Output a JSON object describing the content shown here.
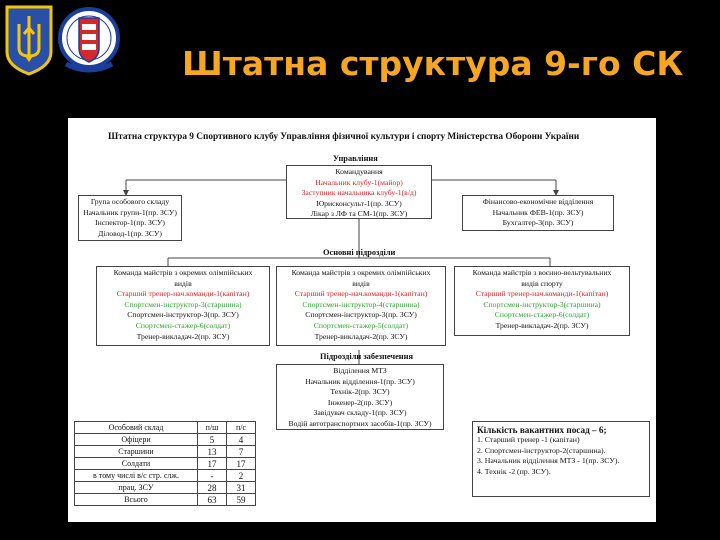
{
  "slide": {
    "title": "Штатна структура 9-го СК"
  },
  "doc": {
    "title": "Штатна структура 9 Спортивного клубу Управління фізичної культури і спорту Міністерства Оборони України",
    "sections": {
      "management": "Управління",
      "main_units": "Основні підрозділи",
      "support_units": "Підрозділи забезпечення"
    },
    "management_box": {
      "lines": [
        {
          "text": "Командування",
          "color": "black"
        },
        {
          "text": "Начальник клубу-1(майор)",
          "color": "red"
        },
        {
          "text": "Заступник начальника клубу-1(в/д)",
          "color": "red"
        },
        {
          "text": "Юрисконсульт-1(пр. ЗСУ)",
          "color": "black"
        },
        {
          "text": "Лікар з ЛФ та СМ-1(пр. ЗСУ)",
          "color": "black"
        }
      ]
    },
    "special_group_box": {
      "lines": [
        {
          "text": "Група особового складу",
          "color": "black"
        },
        {
          "text": "Начальник групи-1(пр. ЗСУ)",
          "color": "black"
        },
        {
          "text": "Інспектор-1(пр. ЗСУ)",
          "color": "black"
        },
        {
          "text": "Діловод-1(пр. ЗСУ)",
          "color": "black"
        }
      ]
    },
    "finance_box": {
      "lines": [
        {
          "text": "Фінансово-економічне відділення",
          "color": "black"
        },
        {
          "text": "Начальник ФЕВ-1(пр. ЗСУ)",
          "color": "black"
        },
        {
          "text": "Бухгалтер-3(пр. ЗСУ)",
          "color": "black"
        }
      ]
    },
    "team_boxes": [
      {
        "lines": [
          {
            "text": "Команда майстрів з окремих олімпійських",
            "color": "black"
          },
          {
            "text": "видів",
            "color": "black"
          },
          {
            "text": "Старший тренер-нач.команди-1(капітан)",
            "color": "red"
          },
          {
            "text": "Спортсмен-інструктор-3(старшина)",
            "color": "green"
          },
          {
            "text": "Спортсмен-інструктор-3(пр. ЗСУ)",
            "color": "black"
          },
          {
            "text": "Спортсмен-стажер-6(солдат)",
            "color": "green"
          },
          {
            "text": "Тренер-викладач-2(пр. ЗСУ)",
            "color": "black"
          }
        ]
      },
      {
        "lines": [
          {
            "text": "Команда майстрів з окремих олімпійських",
            "color": "black"
          },
          {
            "text": "видів",
            "color": "black"
          },
          {
            "text": "Старший тренер-нач.команди-1(капітан)",
            "color": "red"
          },
          {
            "text": "Спортсмен-інструктор-4(старшина)",
            "color": "green"
          },
          {
            "text": "Спортсмен-інструктор-3(пр. ЗСУ)",
            "color": "black"
          },
          {
            "text": "Спортсмен-стажер-5(солдат)",
            "color": "green"
          },
          {
            "text": "Тренер-викладач-2(пр. ЗСУ)",
            "color": "black"
          }
        ]
      },
      {
        "lines": [
          {
            "text": "Команда майстрів з воєнно-вельтувальних",
            "color": "black"
          },
          {
            "text": "видів спорту",
            "color": "black"
          },
          {
            "text": "Старший тренер-нач.команди-1(капітан)",
            "color": "red"
          },
          {
            "text": "Спортсмен-інструктор-3(старшина)",
            "color": "green"
          },
          {
            "text": "Спортсмен-стажер-6(солдат)",
            "color": "green"
          },
          {
            "text": "Тренер-викладач-2(пр. ЗСУ)",
            "color": "black"
          }
        ]
      }
    ],
    "mts_box": {
      "lines": [
        {
          "text": "Відділення МТЗ",
          "color": "black"
        },
        {
          "text": "Начальник відділення-1(пр. ЗСУ)",
          "color": "black"
        },
        {
          "text": "Технік-2(пр. ЗСУ)",
          "color": "black"
        },
        {
          "text": "Інженер-2(пр. ЗСУ)",
          "color": "black"
        },
        {
          "text": "Завідувач складу-1(пр. ЗСУ)",
          "color": "black"
        },
        {
          "text": "Водій автотранспортних засобів-1(пр. ЗСУ)",
          "color": "black"
        }
      ]
    },
    "stats_table": {
      "headers": [
        "Особовий склад",
        "п/ш",
        "п/с"
      ],
      "rows": [
        [
          "Офіцери",
          "5",
          "4"
        ],
        [
          "Старшини",
          "13",
          "7"
        ],
        [
          "Солдати",
          "17",
          "17"
        ],
        [
          "в тому числі в/с стр. слж.",
          "-",
          "2"
        ],
        [
          "прац. ЗСУ",
          "28",
          "31"
        ],
        [
          "Всього",
          "63",
          "59"
        ]
      ]
    },
    "vacancies": {
      "title": "Кількість вакантних посад – 6;",
      "items": [
        "1. Старший тренер -1 (капітан)",
        "2. Спортсмен-інструктор-2(старшина).",
        "3. Начальник відділення МТЗ - 1(пр. ЗСУ).",
        "4. Технік -2 (пр. ЗСУ)."
      ]
    }
  },
  "colors": {
    "title": "#f5a623",
    "background": "#000000",
    "red_text": "#e02020",
    "green_text": "#2aa52a"
  }
}
